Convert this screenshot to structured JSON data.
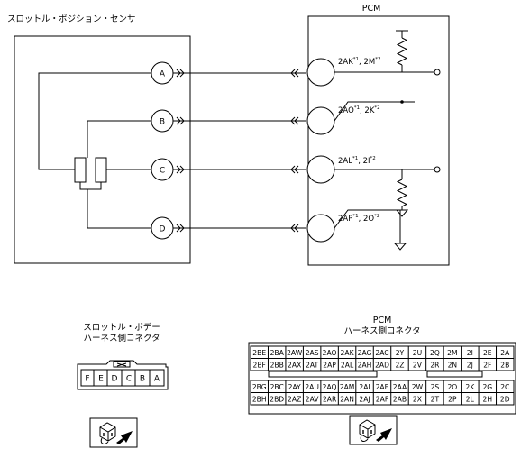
{
  "sensor": {
    "title": "スロットル・ポジション・センサ",
    "pins": [
      "A",
      "B",
      "C",
      "D"
    ]
  },
  "pcm": {
    "title": "PCM",
    "terminals": [
      {
        "name": "2AK",
        "sup1": "*1",
        "alt": "2M",
        "sup2": "*2"
      },
      {
        "name": "2AO",
        "sup1": "*1",
        "alt": "2K",
        "sup2": "*2"
      },
      {
        "name": "2AL",
        "sup1": "*1",
        "alt": "2I",
        "sup2": "*2"
      },
      {
        "name": "2AP",
        "sup1": "*1",
        "alt": "2O",
        "sup2": "*2"
      }
    ]
  },
  "body_connector": {
    "title_line1": "スロットル・ボデー",
    "title_line2": "ハーネス側コネクタ",
    "pins": [
      "F",
      "E",
      "D",
      "C",
      "B",
      "A"
    ]
  },
  "pcm_connector": {
    "title_line1": "PCM",
    "title_line2": "ハーネス側コネクタ",
    "upper_rows": [
      [
        "2BE",
        "2BA",
        "2AW",
        "2AS",
        "2AO",
        "2AK",
        "2AG",
        "2AC",
        "2Y",
        "2U",
        "2Q",
        "2M",
        "2I",
        "2E",
        "2A"
      ],
      [
        "2BF",
        "2BB",
        "2AX",
        "2AT",
        "2AP",
        "2AL",
        "2AH",
        "2AD",
        "2Z",
        "2V",
        "2R",
        "2N",
        "2J",
        "2F",
        "2B"
      ]
    ],
    "lower_rows": [
      [
        "2BG",
        "2BC",
        "2AY",
        "2AU",
        "2AQ",
        "2AM",
        "2AI",
        "2AE",
        "2AA",
        "2W",
        "2S",
        "2O",
        "2K",
        "2G",
        "2C"
      ],
      [
        "2BH",
        "2BD",
        "2AZ",
        "2AV",
        "2AR",
        "2AN",
        "2AJ",
        "2AF",
        "2AB",
        "2X",
        "2T",
        "2P",
        "2L",
        "2H",
        "2D"
      ]
    ]
  }
}
